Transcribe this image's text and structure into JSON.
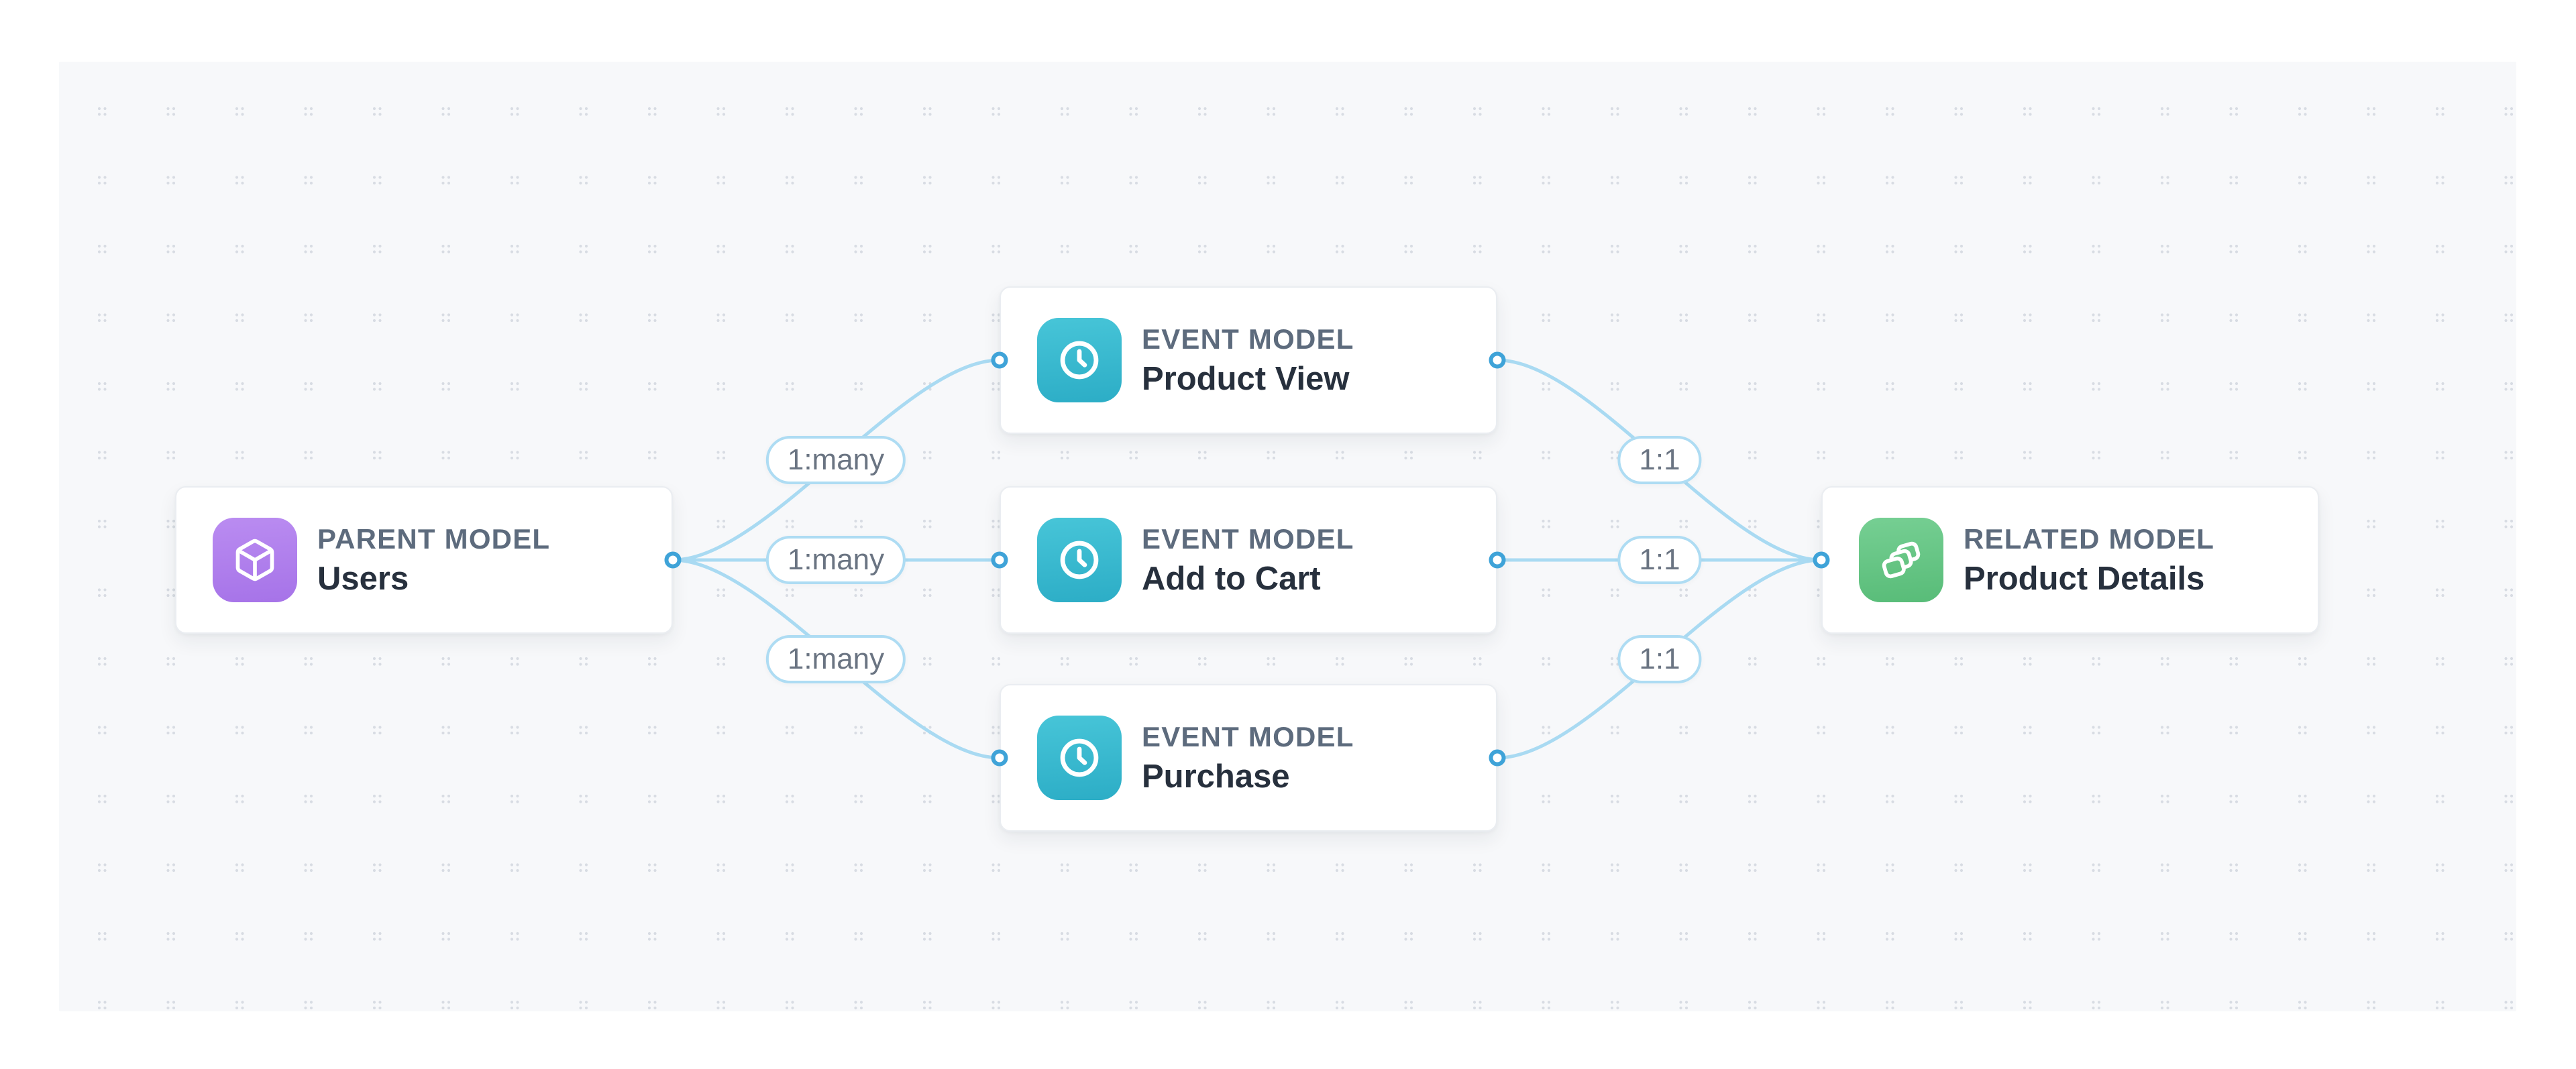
{
  "diagram": {
    "nodes": [
      {
        "id": "users",
        "kind_label": "PARENT MODEL",
        "title": "Users",
        "icon": "cube-icon",
        "accent_from": "#ba8cf1",
        "accent_to": "#a673e8"
      },
      {
        "id": "product_view",
        "kind_label": "EVENT MODEL",
        "title": "Product View",
        "icon": "clock-icon",
        "accent_from": "#47c5d8",
        "accent_to": "#2cadc6"
      },
      {
        "id": "add_to_cart",
        "kind_label": "EVENT MODEL",
        "title": "Add to Cart",
        "icon": "clock-icon",
        "accent_from": "#47c5d8",
        "accent_to": "#2cadc6"
      },
      {
        "id": "purchase",
        "kind_label": "EVENT MODEL",
        "title": "Purchase",
        "icon": "clock-icon",
        "accent_from": "#47c5d8",
        "accent_to": "#2cadc6"
      },
      {
        "id": "product_details",
        "kind_label": "RELATED MODEL",
        "title": "Product Details",
        "icon": "square-stack-icon",
        "accent_from": "#76cf93",
        "accent_to": "#58bc78"
      }
    ],
    "edges": [
      {
        "from": "users",
        "to": "product_view",
        "label": "1:many"
      },
      {
        "from": "users",
        "to": "add_to_cart",
        "label": "1:many"
      },
      {
        "from": "users",
        "to": "purchase",
        "label": "1:many"
      },
      {
        "from": "product_view",
        "to": "product_details",
        "label": "1:1"
      },
      {
        "from": "add_to_cart",
        "to": "product_details",
        "label": "1:1"
      },
      {
        "from": "purchase",
        "to": "product_details",
        "label": "1:1"
      }
    ],
    "colors": {
      "canvas_bg": "#f7f8fa",
      "edge": "#a9daf2",
      "handle_ring": "#3fa3d8",
      "pill_border": "#aedcf3",
      "pill_text": "#6a7482",
      "kind_text": "#5d6b7d",
      "title_text": "#27303d"
    }
  }
}
